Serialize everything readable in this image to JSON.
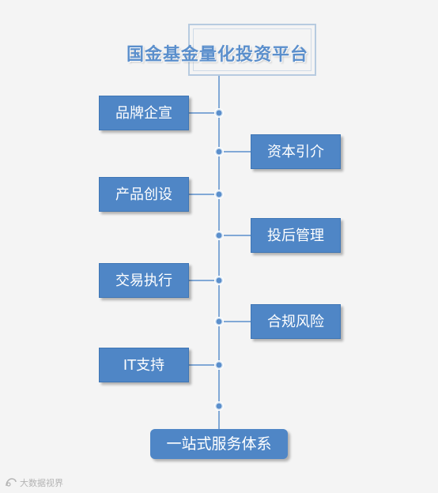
{
  "title": "国金基金量化投资平台",
  "nodes": [
    {
      "label": "品牌企宣",
      "side": "left"
    },
    {
      "label": "资本引介",
      "side": "right"
    },
    {
      "label": "产品创设",
      "side": "left"
    },
    {
      "label": "投后管理",
      "side": "right"
    },
    {
      "label": "交易执行",
      "side": "left"
    },
    {
      "label": "合规风险",
      "side": "right"
    },
    {
      "label": "IT支持",
      "side": "left"
    }
  ],
  "bottom": "一站式服务体系",
  "watermark": "大数据视界",
  "colors": {
    "node_fill": "#4f86c6",
    "line": "#5b8fcc",
    "title_text": "#5b8fcc",
    "background": "#f4f4f4"
  }
}
